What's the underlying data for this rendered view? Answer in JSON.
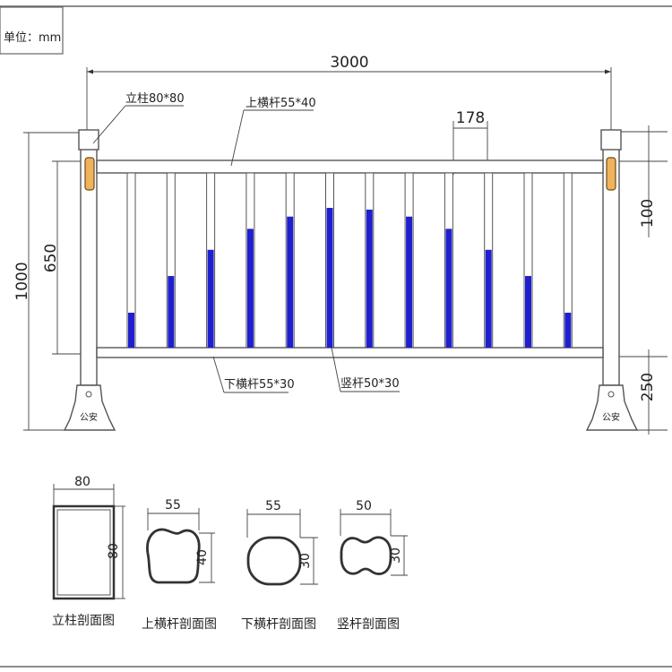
{
  "unit_label": "单位：mm",
  "dimensions": {
    "overall_length": "3000",
    "bar_spacing": "178",
    "total_height": "1000",
    "rail_span": "650",
    "top_offset": "100",
    "bottom_offset": "250"
  },
  "callouts": {
    "post": "立柱80*80",
    "top_rail": "上横杆55*40",
    "bottom_rail": "下横杆55*30",
    "vertical_bar": "竖杆50*30"
  },
  "base_emblem": "公安",
  "infill": {
    "bar_color": "#1f1fd0",
    "fill_levels": [
      0.2,
      0.41,
      0.56,
      0.68,
      0.75,
      0.8,
      0.79,
      0.75,
      0.68,
      0.56,
      0.41,
      0.2
    ]
  },
  "sections": [
    {
      "width": "80",
      "height": "80",
      "caption": "立柱剖面图"
    },
    {
      "width": "55",
      "height": "40",
      "caption": "上横杆剖面图"
    },
    {
      "width": "55",
      "height": "30",
      "caption": "下横杆剖面图"
    },
    {
      "width": "50",
      "height": "30",
      "caption": "竖杆剖面图"
    }
  ]
}
